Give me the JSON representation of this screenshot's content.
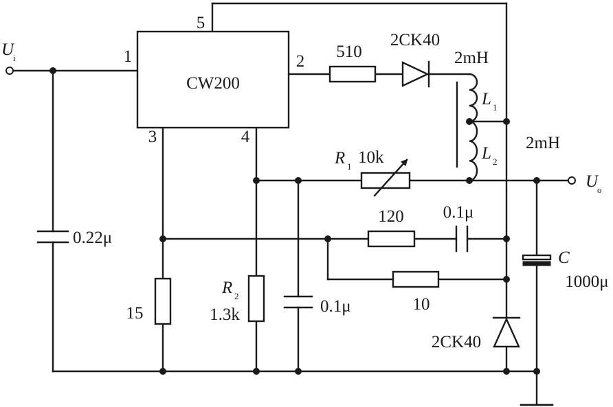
{
  "ic": {
    "name": "CW200",
    "pins": [
      "1",
      "2",
      "3",
      "4",
      "5"
    ]
  },
  "terminals": {
    "input": {
      "symbol": "U",
      "sub": "i"
    },
    "output": {
      "symbol": "U",
      "sub": "o"
    }
  },
  "components": {
    "r_series": "510",
    "diode_top": "2CK40",
    "inductor_top_value": "2mH",
    "l1": {
      "symbol": "L",
      "sub": "1"
    },
    "l2": {
      "symbol": "L",
      "sub": "2"
    },
    "inductor_right_value": "2mH",
    "r1": {
      "symbol": "R",
      "sub": "1",
      "value": "10k"
    },
    "c_input": "0.22μ",
    "r_120": "120",
    "c_series": "0.1μ",
    "r_10": "10",
    "r_15": "15",
    "r2": {
      "symbol": "R",
      "sub": "2",
      "value": "1.3k"
    },
    "c_mid": "0.1μ",
    "diode_bottom": "2CK40",
    "c_out": {
      "symbol": "C",
      "value": "1000μ"
    }
  }
}
